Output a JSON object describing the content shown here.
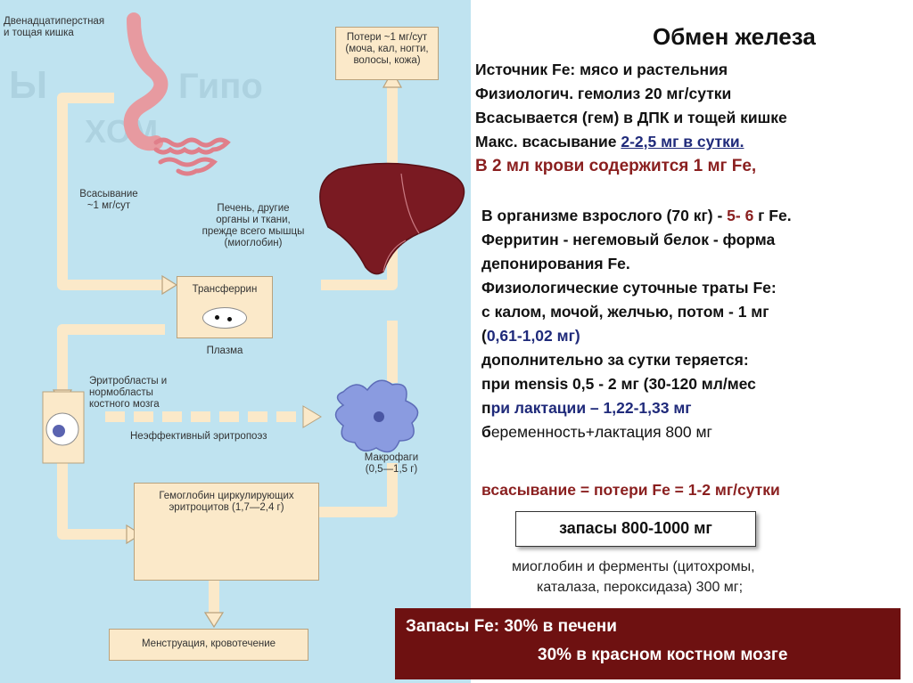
{
  "title": "Обмен железа",
  "diagram": {
    "duodenum_label": "Двенадцатиперстная\nи тощая кишка",
    "absorption_label": "Всасывание\n~1 мг/сут",
    "loss_box": "Потери ~1 мг/сут\n(моча, кал, ногти,\nволосы, кожа)",
    "liver_label": "Печень, другие\nорганы и ткани,\nпрежде всего мышцы\n(миоглобин)",
    "transferrin": "Трансферрин",
    "plasma": "Плазма",
    "erythroblasts": "Эритробласты и\nнормобласты\nкостного мозга",
    "ineffective": "Неэффективный эритропоэз",
    "macrophages": "Макрофаги\n(0,5—1,5 г)",
    "hemoglobin": "Гемоглобин циркулирующих\nэритроцитов (1,7—2,4 г)",
    "menstruation": "Менструация, кровотечение"
  },
  "facts": {
    "line1": "Источник Fe: мясо и растельния",
    "line2": "Физиологич. гемолиз 20 мг/сутки",
    "line3": "Всасывается (гем) в ДПК и тощей кишке",
    "line4_prefix": "Макс. всасывание ",
    "line4_highlight": "2-2,5 мг в сутки.",
    "line5": "В 2 мл крови содержится 1 мг Fe,"
  },
  "details": {
    "l1_a": "В организме взрослого  (70 кг) - ",
    "l1_b": "5- 6",
    "l1_c": " г Fe.",
    "l2": "Ферритин - негемовый белок - форма",
    "l3": "депонирования Fe.",
    "l4": "Физиологические суточные траты Fe:",
    "l5": " с калом, мочой, желчью, потом - 1 мг",
    "l6_a": "(",
    "l6_b": "0,61-1,02 мг)",
    "l7": "дополнительно за сутки теряется:",
    "l8": "при mensis  0,5 - 2 мг (30-120 мл/мес",
    "l9_a": "п",
    "l9_b": "ри лактации – 1,22-1,33 мг",
    "l10_a": "б",
    "l10_b": "еременность+лактация 800 мг"
  },
  "balance": "всасывание = потери Fe = 1-2 мг/сутки",
  "stores_box": "запасы 800-1000 мг",
  "myoglobin_line1": "миоглобин и ферменты (цитохромы,",
  "myoglobin_line2": "каталаза, пероксидаза) 300 мг;",
  "bottom": {
    "line1": "Запасы Fe: 30% в печени",
    "line2": "30% в красном костном мозге"
  },
  "colors": {
    "diagram_bg": "#bfe3f0",
    "box_fill": "#fbe9c9",
    "accent_maroon": "#8a1f1f",
    "accent_navy": "#1f2a7a",
    "bottom_box": "#6e1111"
  }
}
